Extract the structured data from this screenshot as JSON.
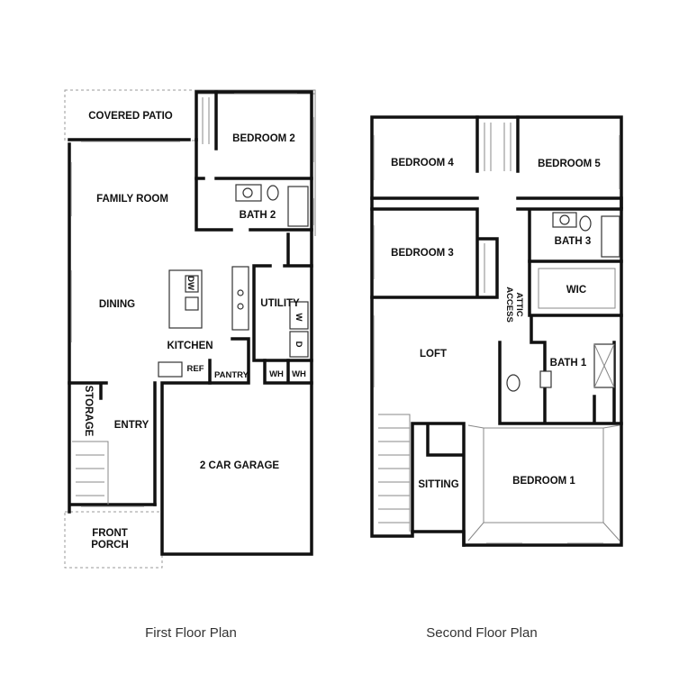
{
  "first_floor": {
    "caption": "First Floor Plan",
    "rooms": {
      "covered_patio": "COVERED PATIO",
      "bedroom_2": "BEDROOM 2",
      "family_room": "FAMILY ROOM",
      "bath_2": "BATH 2",
      "dining": "DINING",
      "utility": "UTILITY",
      "kitchen": "KITCHEN",
      "ref": "REF",
      "pantry": "PANTRY",
      "wh_1": "WH",
      "wh_2": "WH",
      "storage": "STORAGE",
      "entry": "ENTRY",
      "garage": "2 CAR GARAGE",
      "front": "FRONT",
      "porch": "PORCH",
      "dw": "DW",
      "washer": "W",
      "dryer": "D"
    }
  },
  "second_floor": {
    "caption": "Second Floor Plan",
    "rooms": {
      "bedroom_4": "BEDROOM 4",
      "bedroom_5": "BEDROOM 5",
      "bedroom_3": "BEDROOM 3",
      "bath_3": "BATH 3",
      "wic": "WIC",
      "attic": "ATTIC",
      "access": "ACCESS",
      "loft": "LOFT",
      "bath_1": "BATH 1",
      "sitting": "SITTING",
      "bedroom_1": "BEDROOM 1"
    }
  }
}
